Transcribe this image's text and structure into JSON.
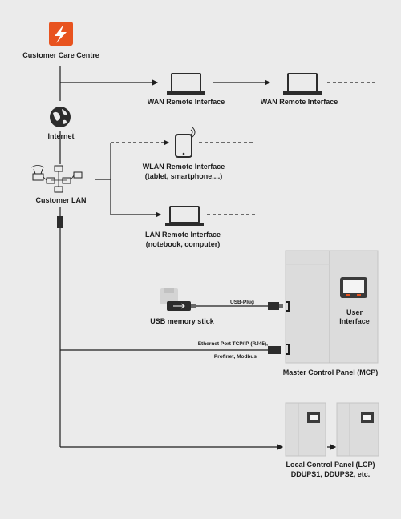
{
  "nodes": {
    "care_centre": "Customer Care Centre",
    "internet": "Internet",
    "customer_lan": "Customer LAN",
    "wan1": "WAN Remote Interface",
    "wan2": "WAN Remote Interface",
    "wlan_line1": "WLAN Remote Interface",
    "wlan_line2": "(tablet, smartphone,...)",
    "lan_line1": "LAN Remote Interface",
    "lan_line2": "(notebook, computer)",
    "usb_stick": "USB memory stick",
    "usb_plug": "USB-Plug",
    "ethernet_line1": "Ethernet Port TCP/IP (RJ45),",
    "ethernet_line2": "Profinet, Modbus",
    "user_interface_line1": "User",
    "user_interface_line2": "Interface",
    "mcp": "Master Control Panel (MCP)",
    "lcp_line1": "Local Control Panel (LCP)",
    "lcp_line2": "DDUPS1, DDUPS2, etc."
  },
  "colors": {
    "background": "#ebebeb",
    "panel": "#dcdcdc",
    "accent": "#e8531f",
    "line": "#1e1e1e"
  },
  "icons": [
    "bolt-logo-icon",
    "globe-icon",
    "network-icon",
    "laptop-icon",
    "smartphone-icon",
    "usb-stick-icon",
    "floppy-icon",
    "connector-icon",
    "panel-display-icon"
  ]
}
